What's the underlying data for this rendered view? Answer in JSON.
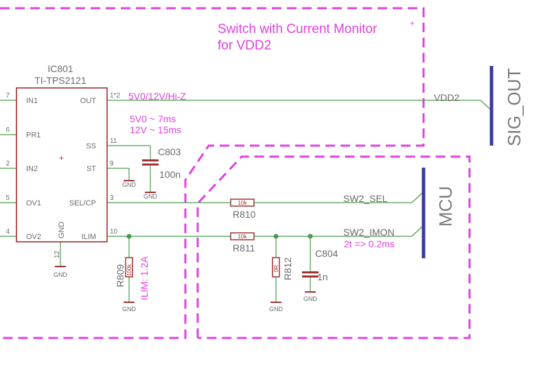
{
  "frames": {
    "switch_title_line1": "Switch with Current Monitor",
    "switch_title_line2": "for VDD2"
  },
  "ic": {
    "ref": "IC801",
    "part": "TI-TPS2121",
    "pins_left": [
      {
        "num": "7",
        "name": "IN1"
      },
      {
        "num": "6",
        "name": "PR1"
      },
      {
        "num": "2",
        "name": "IN2"
      },
      {
        "num": "5",
        "name": "OV1"
      },
      {
        "num": "4",
        "name": "OV2"
      }
    ],
    "pins_right": [
      {
        "num": "1*2",
        "name": "OUT"
      },
      {
        "num": "11",
        "name": "SS"
      },
      {
        "num": "9",
        "name": "ST"
      },
      {
        "num": "3",
        "name": "SEL/CP"
      },
      {
        "num": "10",
        "name": "ILIM"
      }
    ],
    "gnd_pin": {
      "num": "12",
      "name": "GND"
    }
  },
  "notes": {
    "out_states": "5V0/12V/Hi-Z",
    "timing_5v": "5V0 ~ 7ms",
    "timing_12v": "12V ~ 15ms",
    "ilim": "ILIM: 1.2A",
    "imon_tc": "2t => 0.2ms"
  },
  "nets": {
    "vdd2": "VDD2",
    "sw2_sel": "SW2_SEL",
    "sw2_imon": "SW2_IMON"
  },
  "components": {
    "c803": {
      "ref": "C803",
      "value": "100n"
    },
    "c804": {
      "ref": "C804",
      "value": "1n"
    },
    "r810": {
      "ref": "R810",
      "value": "10k"
    },
    "r811": {
      "ref": "R811",
      "value": "10k"
    },
    "r809": {
      "ref": "R809",
      "value": "100k"
    },
    "r812": {
      "ref": "R812",
      "value": "0R"
    }
  },
  "gnd_label": "GND",
  "ports": {
    "sig_out": "SIG_OUT",
    "mcu": "MCU"
  },
  "colors": {
    "frame": "#e040e0",
    "wire": "#4a9a4a",
    "symbol": "#a03030",
    "bus": "#3a3a9a",
    "text": "#6a6a6a",
    "note": "#e040e0"
  }
}
